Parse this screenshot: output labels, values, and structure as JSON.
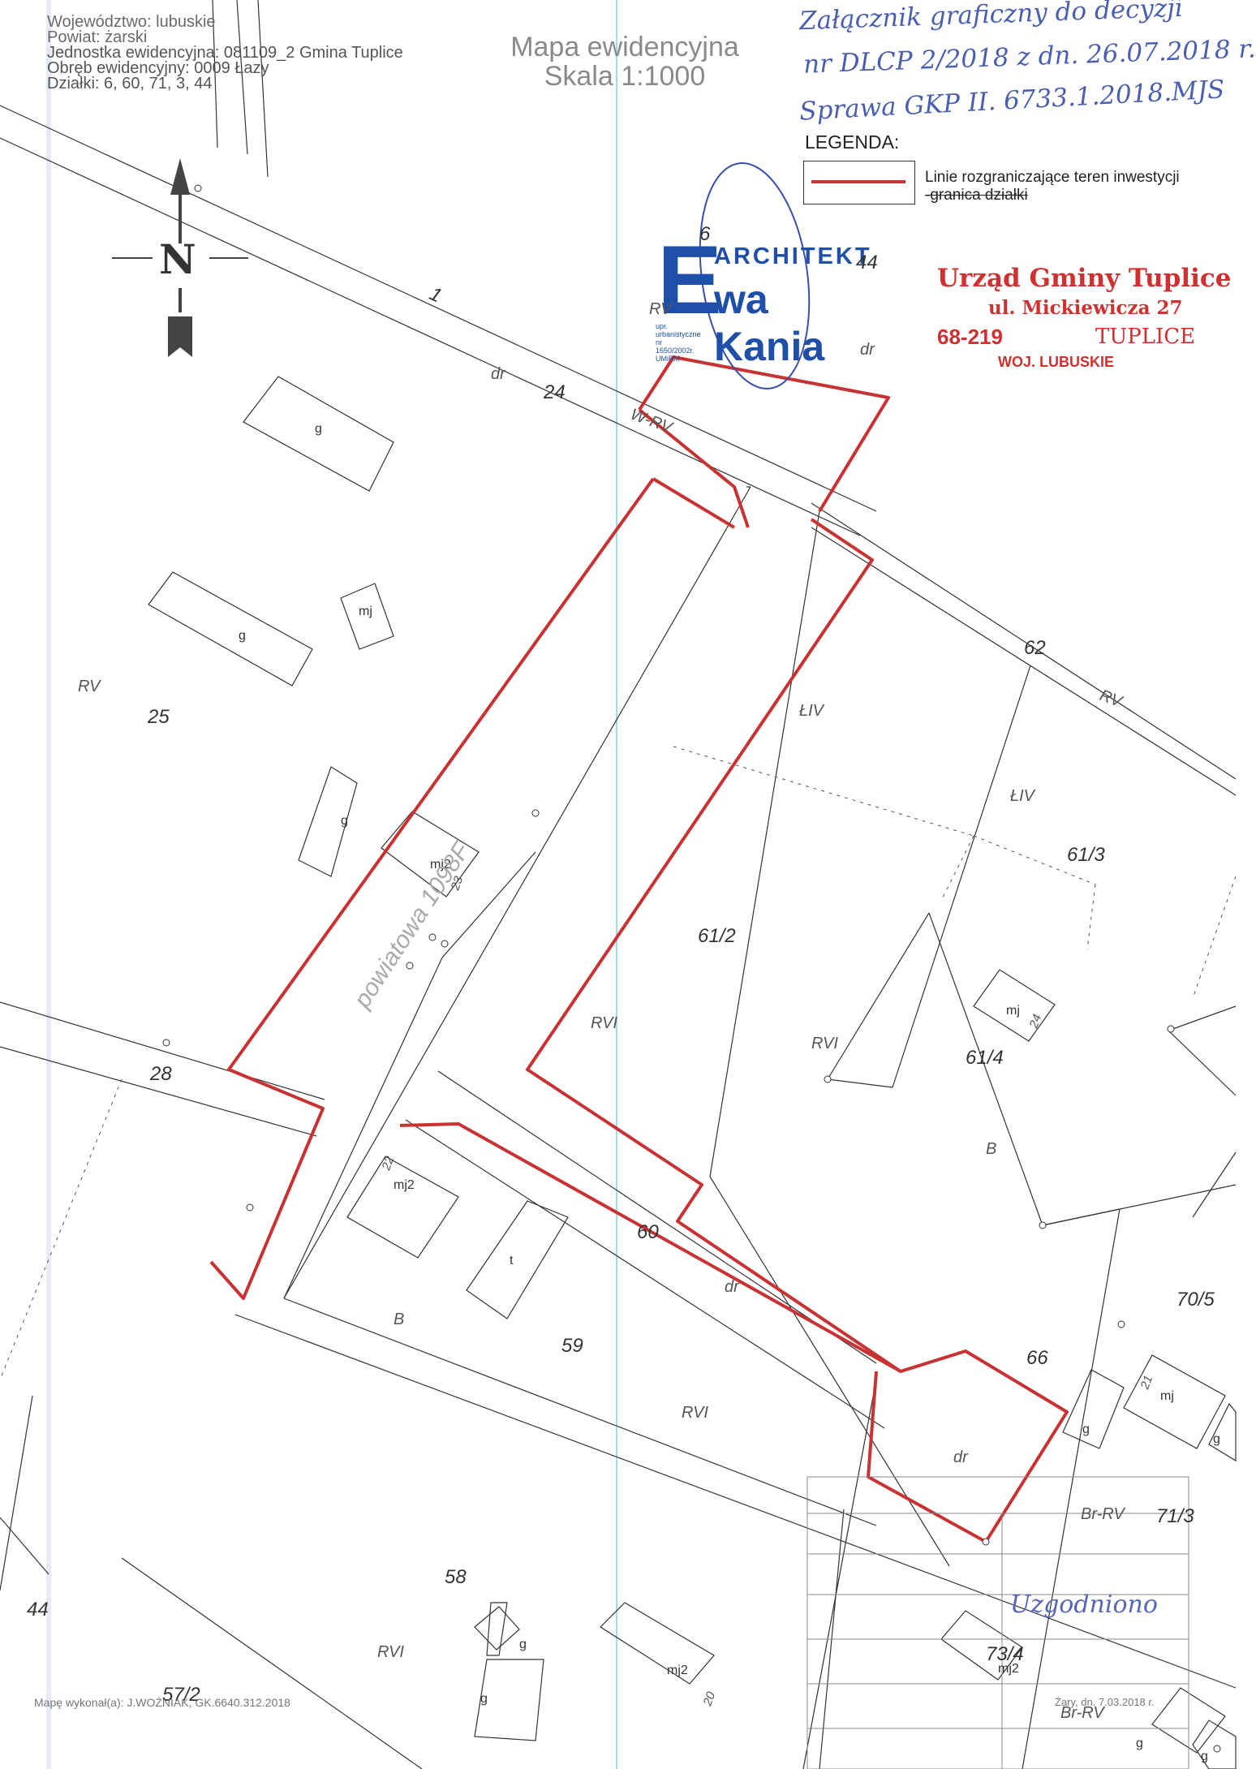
{
  "header": {
    "wojewodztwo": "Województwo: lubuskie",
    "powiat": "Powiat: żarski",
    "jednostka": "Jednostka ewidencyjna: 081109_2 Gmina Tuplice",
    "obreb": "Obręb ewidencyjny: 0009 Łazy",
    "dzialki": "Działki: 6, 60, 71, 3, 44"
  },
  "title": {
    "line1": "Mapa ewidencyjna",
    "line2": "Skala 1:1000"
  },
  "handwritten_note": {
    "line1": "Załącznik graficzny do decyzji",
    "line2": "nr DLCP 2/2018 z dn. 26.07.2018 r.",
    "line3": "Sprawa GKP II. 6733.1.2018.MJS"
  },
  "legend": {
    "title": "LEGENDA:",
    "item_line1": "Linie rozgraniczające teren inwestycji",
    "item_line2": "-granica działki",
    "line_color": "#c83232"
  },
  "north": {
    "label": "N"
  },
  "architect_stamp": {
    "big_letter": "E",
    "word_top": "ARCHITEKT",
    "word_bottom": "wa Kania",
    "small": "upr. urbanistyczne nr 1650/2002r. UMiRM"
  },
  "office_stamp": {
    "line1": "Urząd Gminy Tuplice",
    "line2": "ul. Mickiewicza 27",
    "postcode": "68-219",
    "city": "TUPLICE",
    "line4": "WOJ. LUBUSKIE"
  },
  "parcel_labels": [
    "6",
    "44",
    "1",
    "24",
    "62",
    "25",
    "61/3",
    "61/2",
    "61/4",
    "28",
    "60",
    "59",
    "66",
    "70/5",
    "71/3",
    "58",
    "44",
    "57/2",
    "73/4"
  ],
  "land_use_labels": [
    "RV",
    "dr",
    "dr",
    "W-RV",
    "RV",
    "RV",
    "ŁIV",
    "ŁIV",
    "RVI",
    "RVI",
    "B",
    "B",
    "dr",
    "RVI",
    "dr",
    "Br-RV",
    "RVI",
    "Br-RV"
  ],
  "building_labels": [
    "g",
    "g",
    "mj",
    "g",
    "mj2",
    "mj",
    "mj2",
    "t",
    "mj",
    "g",
    "g",
    "g",
    "g",
    "mj2",
    "mj2",
    "g",
    "g"
  ],
  "house_numbers": [
    "23",
    "24",
    "22",
    "21",
    "20"
  ],
  "road_label": "powiatowa 1098F",
  "footer": {
    "author": "Mapę wykonał(a): J.WOŹNIAK, GK.6640.312.2018",
    "date": "Żary, dn. 7.03.2018 r.",
    "stamp_text": "Uzgodniono"
  }
}
